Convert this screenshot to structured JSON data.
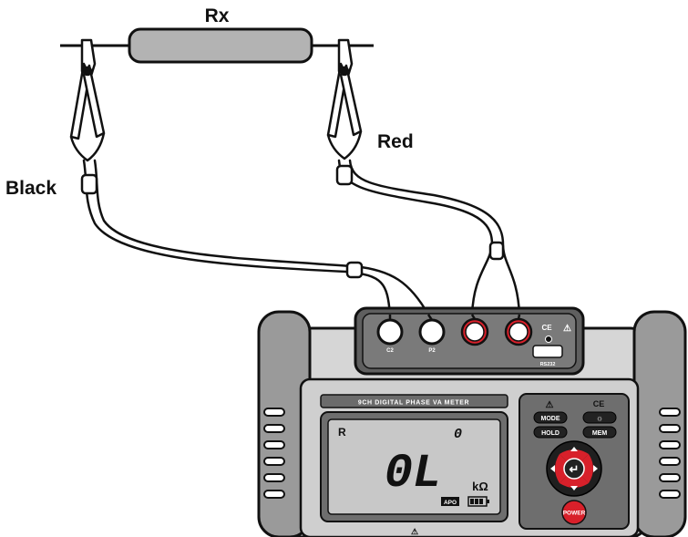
{
  "diagram": {
    "resistor_label": "Rx",
    "black_lead_label": "Black",
    "red_lead_label": "Red"
  },
  "meter": {
    "title": "9CH DIGITAL PHASE VA METER",
    "terminals": [
      "C2",
      "P2",
      "",
      ""
    ],
    "warning_symbol": "⚠",
    "display": {
      "mode_letter": "R",
      "indicator_digit": "0",
      "reading": "0L",
      "unit": "kΩ",
      "apo": "APO"
    },
    "buttons": {
      "mode": "MODE",
      "light": "☼",
      "hold": "HOLD",
      "mem": "MEM",
      "enter": "↵",
      "power": "POWER"
    },
    "ce_mark": "CE",
    "port_label": "RS232"
  },
  "colors": {
    "outline": "#111111",
    "body_gray": "#b9b9b9",
    "dark_gray": "#6e6e6e",
    "red_terminal": "#d8202a",
    "lcd": "#c8c8c8"
  }
}
